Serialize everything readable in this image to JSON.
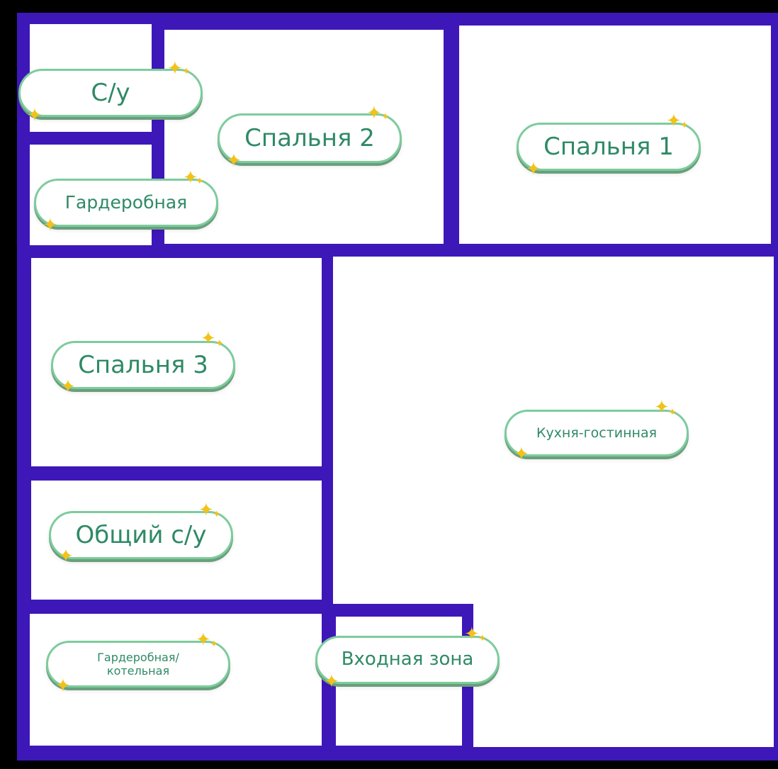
{
  "plan": {
    "wall_color": "#3e17b8",
    "background_color": "#000000",
    "room_fill": "#ffffff",
    "label_border_color": "#7dcc9c",
    "label_text_color": "#2f8a66",
    "sparkle_color": "#f2c21a",
    "sparkle_icon": "sparkle-icon"
  },
  "rooms": [
    {
      "label": "С/у"
    },
    {
      "label": "Гардеробная"
    },
    {
      "label": "Спальня 2"
    },
    {
      "label": "Спальня 1"
    },
    {
      "label": "Спальня 3"
    },
    {
      "label": "Кухня-гостинная"
    },
    {
      "label": "Общий с/у"
    },
    {
      "label": "Гардеробная/\nкотельная"
    },
    {
      "label": "Входная зона"
    }
  ]
}
